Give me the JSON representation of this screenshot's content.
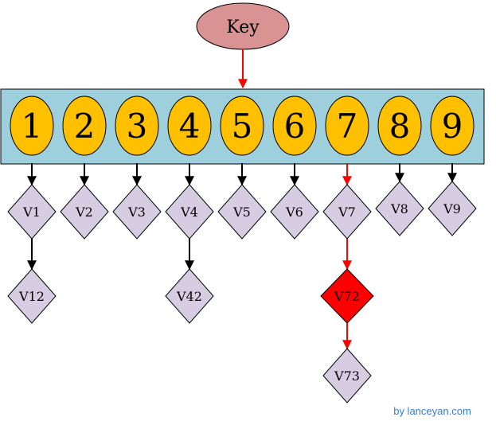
{
  "key": {
    "label": "Key"
  },
  "buckets": [
    {
      "label": "1",
      "chain": [
        "V1",
        "V12"
      ]
    },
    {
      "label": "2",
      "chain": [
        "V2"
      ]
    },
    {
      "label": "3",
      "chain": [
        "V3"
      ]
    },
    {
      "label": "4",
      "chain": [
        "V4",
        "V42"
      ]
    },
    {
      "label": "5",
      "chain": [
        "V5"
      ]
    },
    {
      "label": "6",
      "chain": [
        "V6"
      ]
    },
    {
      "label": "7",
      "chain": [
        "V7",
        "V72",
        "V73"
      ]
    },
    {
      "label": "8",
      "chain": [
        "V8"
      ]
    },
    {
      "label": "9",
      "chain": [
        "V9"
      ]
    }
  ],
  "highlight": {
    "bucket": "5",
    "path_bucket": "7",
    "match": "V72"
  },
  "colors": {
    "key_fill": "#d99393",
    "array_fill": "#9dd0dc",
    "bucket_fill": "#ffc000",
    "value_fill": "#d6cde3",
    "match_fill": "#ff0000",
    "highlight_arrow": "#ff0000",
    "arrow": "#000000",
    "watermark": "#3a7bd5"
  },
  "watermark": "by lanceyan.com"
}
